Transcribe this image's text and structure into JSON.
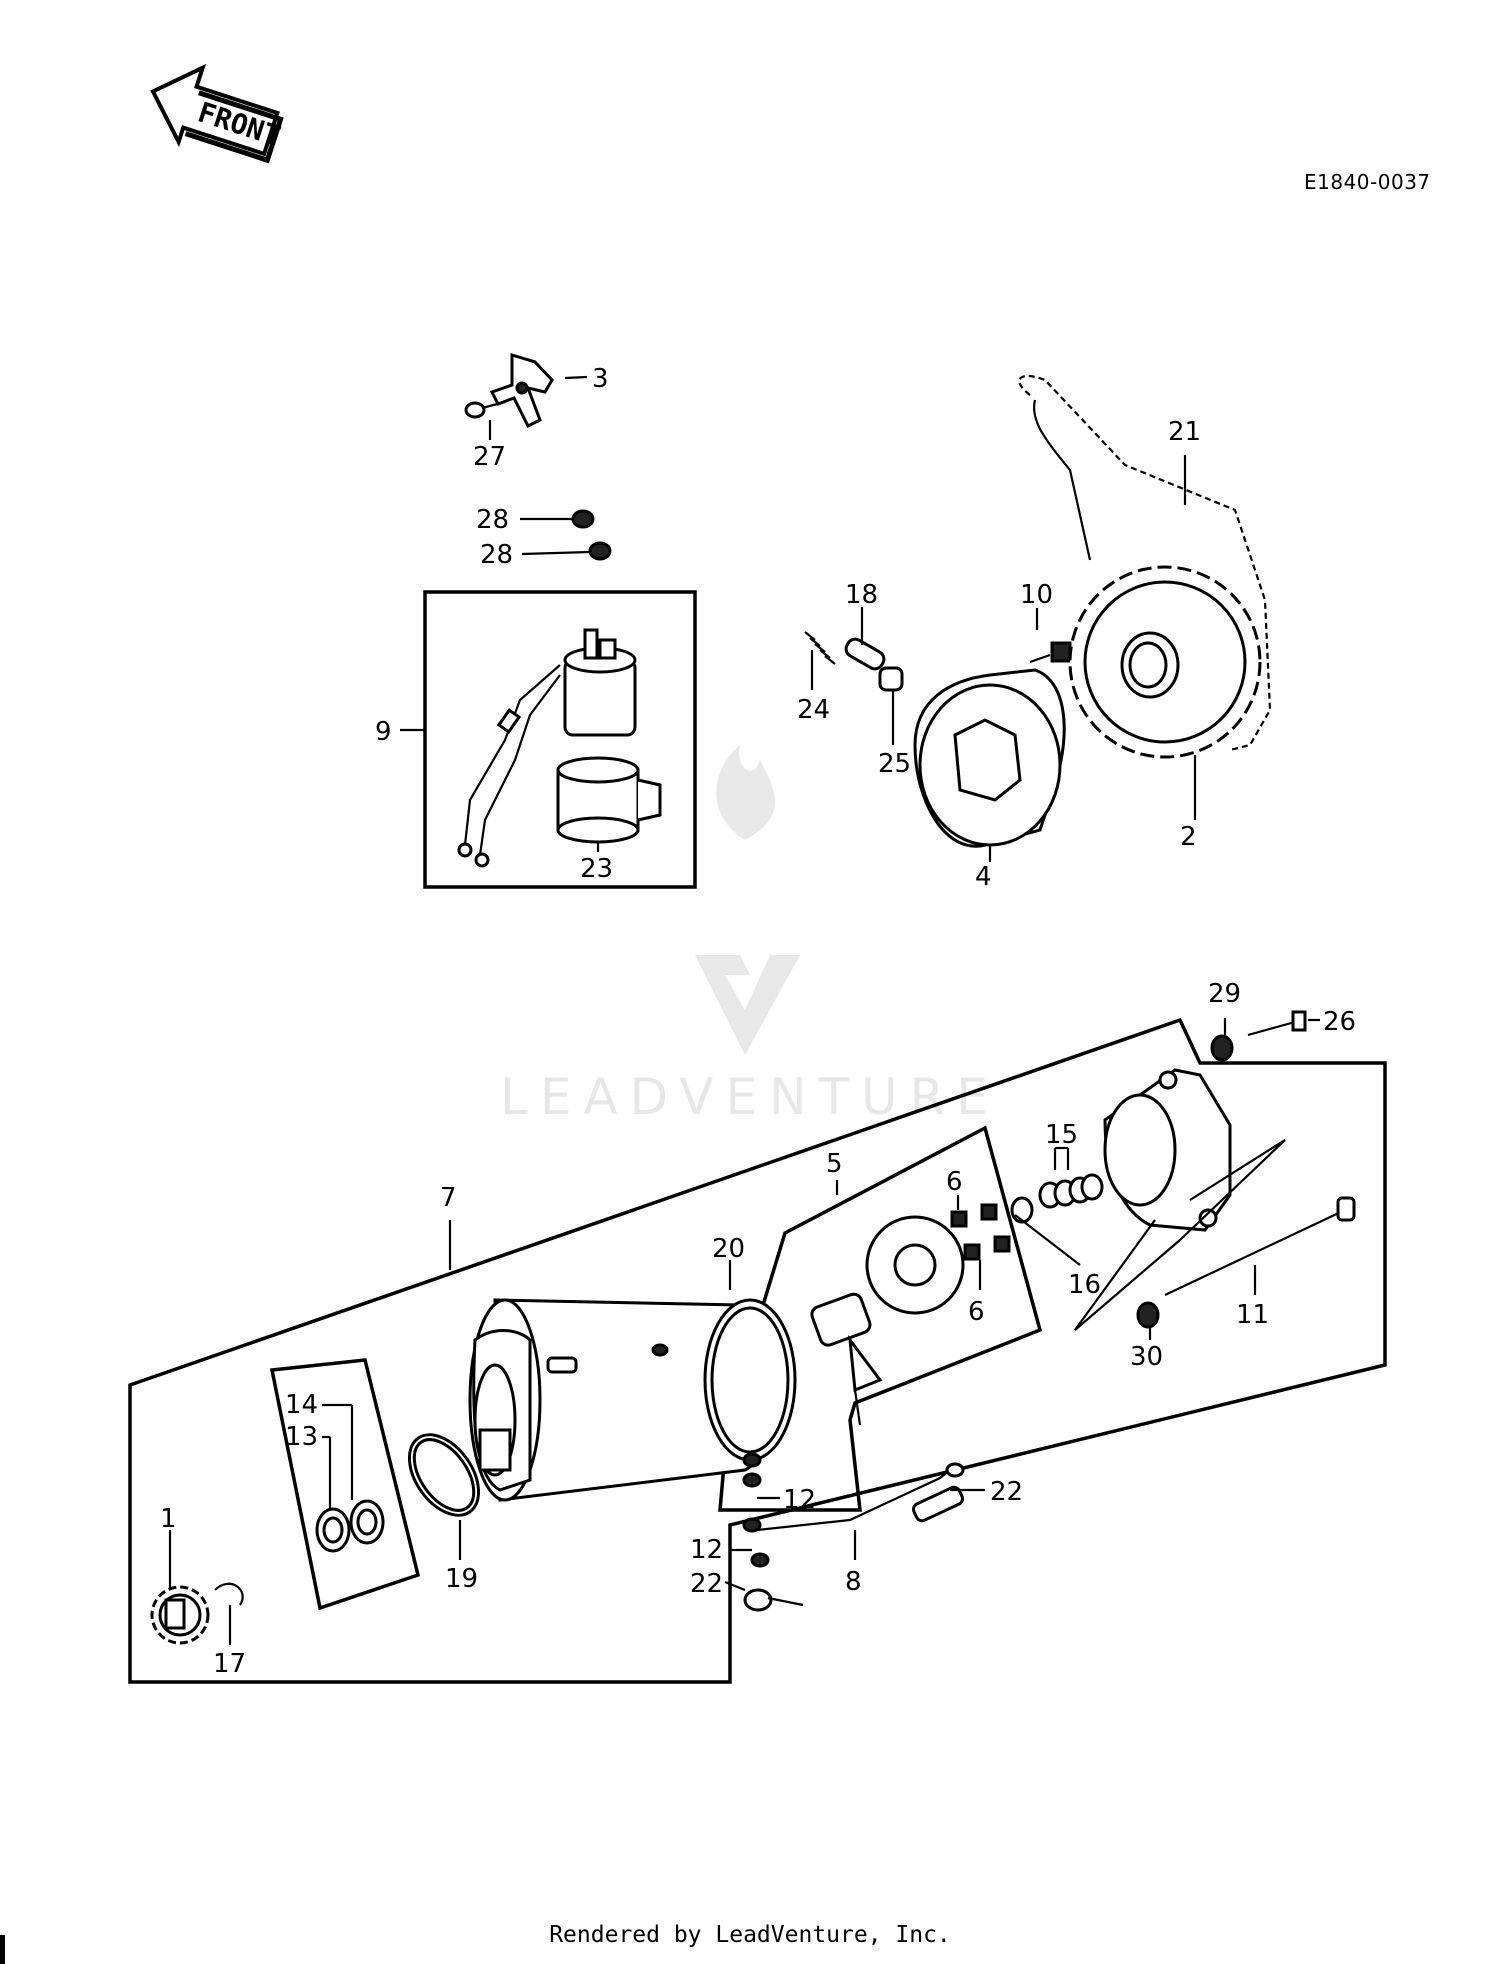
{
  "front_label": "FRONT",
  "diagram_code": "E1840-0037",
  "watermark": "LEADVENTURE",
  "footer": "Rendered by LeadVenture, Inc.",
  "callouts": [
    {
      "num": "1"
    },
    {
      "num": "2"
    },
    {
      "num": "3"
    },
    {
      "num": "4"
    },
    {
      "num": "5"
    },
    {
      "num": "6"
    },
    {
      "num": "6"
    },
    {
      "num": "7"
    },
    {
      "num": "8"
    },
    {
      "num": "9"
    },
    {
      "num": "10"
    },
    {
      "num": "11"
    },
    {
      "num": "12"
    },
    {
      "num": "12"
    },
    {
      "num": "13"
    },
    {
      "num": "14"
    },
    {
      "num": "15"
    },
    {
      "num": "16"
    },
    {
      "num": "17"
    },
    {
      "num": "18"
    },
    {
      "num": "19"
    },
    {
      "num": "20"
    },
    {
      "num": "21"
    },
    {
      "num": "22"
    },
    {
      "num": "22"
    },
    {
      "num": "23"
    },
    {
      "num": "24"
    },
    {
      "num": "25"
    },
    {
      "num": "26"
    },
    {
      "num": "27"
    },
    {
      "num": "28"
    },
    {
      "num": "28"
    },
    {
      "num": "29"
    },
    {
      "num": "30"
    }
  ]
}
